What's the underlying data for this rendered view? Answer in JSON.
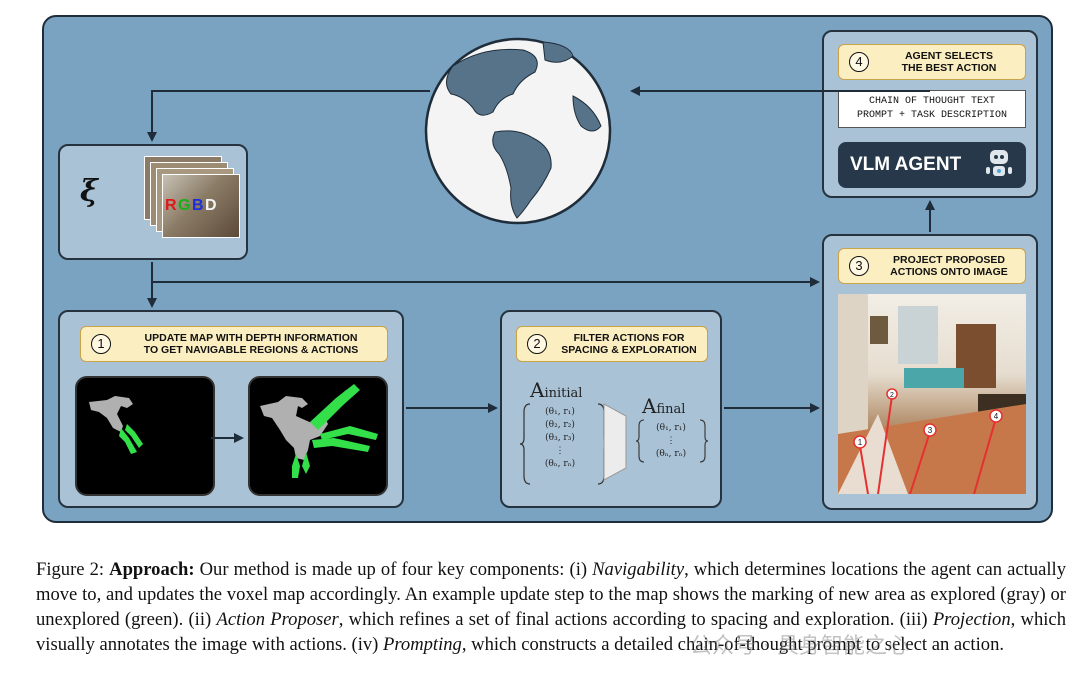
{
  "diagram": {
    "step1": {
      "number": "1",
      "title_line1": "UPDATE MAP WITH DEPTH INFORMATION",
      "title_line2": "TO GET NAVIGABLE REGIONS & ACTIONS"
    },
    "step2": {
      "number": "2",
      "title_line1": "FILTER ACTIONS FOR",
      "title_line2": "SPACING & EXPLORATION"
    },
    "step3": {
      "number": "3",
      "title_line1": "PROJECT PROPOSED",
      "title_line2": "ACTIONS ONTO IMAGE"
    },
    "step4": {
      "number": "4",
      "title_line1": "AGENT SELECTS",
      "title_line2": "THE BEST ACTION"
    },
    "prompt_line1": "CHAIN OF THOUGHT TEXT",
    "prompt_line2": "PROMPT + TASK DESCRIPTION",
    "vlm_label": "VLM AGENT",
    "xi_symbol": "ξ",
    "rgbd": {
      "r": "R",
      "g": "G",
      "b": "B",
      "d": "D"
    },
    "a_initial": {
      "base": "A",
      "sub": "initial",
      "rows": [
        "(θ₁, r₁)",
        "(θ₂, r₂)",
        "(θ₃, r₃)",
        "⋮",
        "(θₙ, rₙ)"
      ]
    },
    "a_final": {
      "base": "A",
      "sub": "final",
      "rows": [
        "(θ₁, r₁)",
        "⋮",
        "(θₙ, rₙ)"
      ]
    },
    "action_markers": [
      "1",
      "2",
      "3",
      "4"
    ],
    "colors": {
      "background": "#7aa3c2",
      "panel": "#a9c2d6",
      "label": "#fbeec1",
      "explored": "#b0b0b0",
      "unexplored": "#33e04a",
      "action_ray": "#e53030"
    }
  },
  "caption": {
    "prefix": "Figure 2: ",
    "bold": "Approach:",
    "t1": " Our method is made up of four key components: (i) ",
    "i1": "Navigability",
    "t2": ", which determines locations the agent can actually move to, and updates the voxel map accordingly. An example update step to the map shows the marking of new area as explored (gray) or unexplored (green). (ii) ",
    "i2": "Action Proposer",
    "t3": ", which refines a set of final actions according to spacing and exploration. (iii) ",
    "i3": "Projection",
    "t4": ", which visually annotates the image with actions. (iv) ",
    "i4": "Prompting",
    "t5": ", which constructs a detailed chain-of-thought prompt to select an action."
  },
  "watermark": "公众号 · 具身智能之心"
}
